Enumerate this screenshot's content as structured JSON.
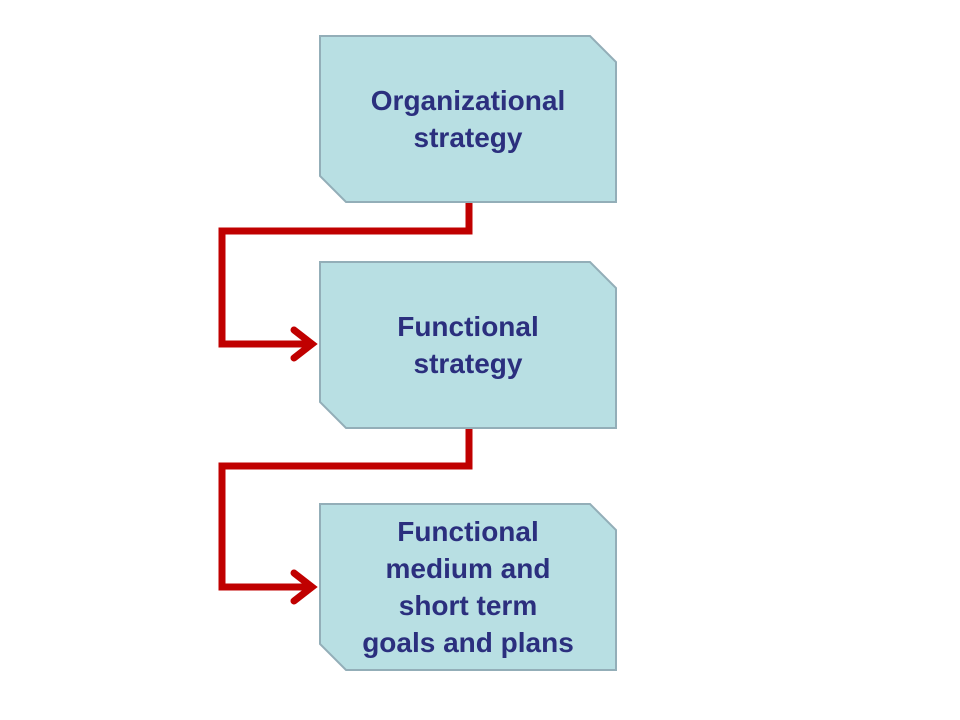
{
  "colors": {
    "box_fill": "#b8dfe3",
    "box_stroke": "#93aeb8",
    "text": "#2b2f7e",
    "connector": "#c00000"
  },
  "boxes": [
    {
      "label": "Organizational\nstrategy"
    },
    {
      "label": "Functional\nstrategy"
    },
    {
      "label": "Functional\nmedium and\nshort term\ngoals and plans"
    }
  ]
}
